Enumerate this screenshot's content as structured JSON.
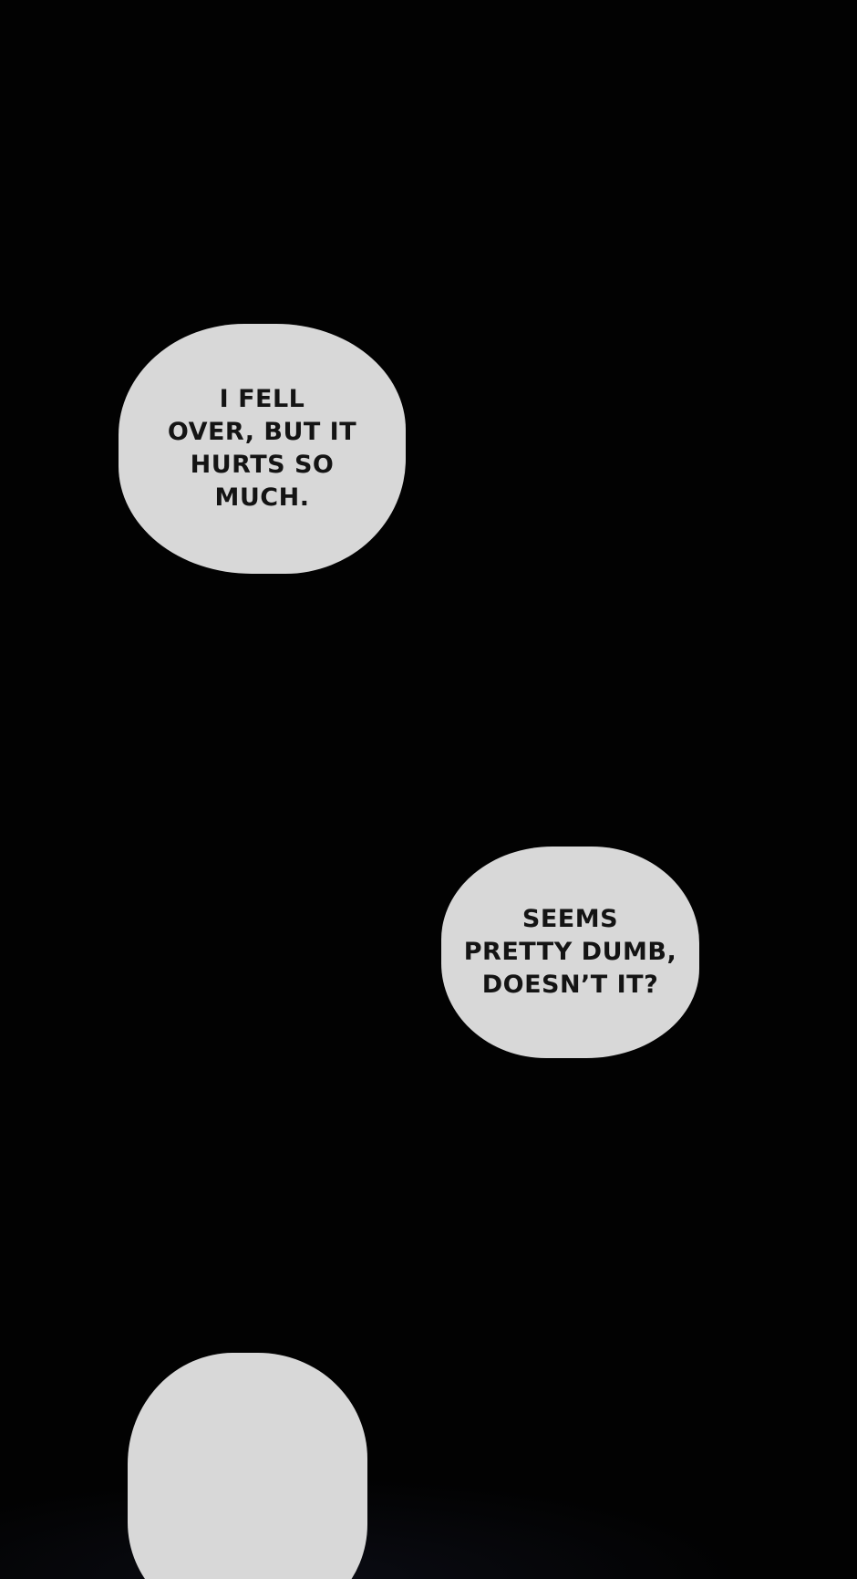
{
  "panel": {
    "background_color": "#000000",
    "bubble_color": "#d8d8d8",
    "text_color": "#141414"
  },
  "bubbles": [
    {
      "id": "bubble-1",
      "text": "I FELL\nOVER, BUT IT\nHURTS SO\nMUCH."
    },
    {
      "id": "bubble-2",
      "text": "SEEMS\nPRETTY DUMB,\nDOESN’T IT?"
    },
    {
      "id": "bubble-3",
      "text": ""
    }
  ]
}
